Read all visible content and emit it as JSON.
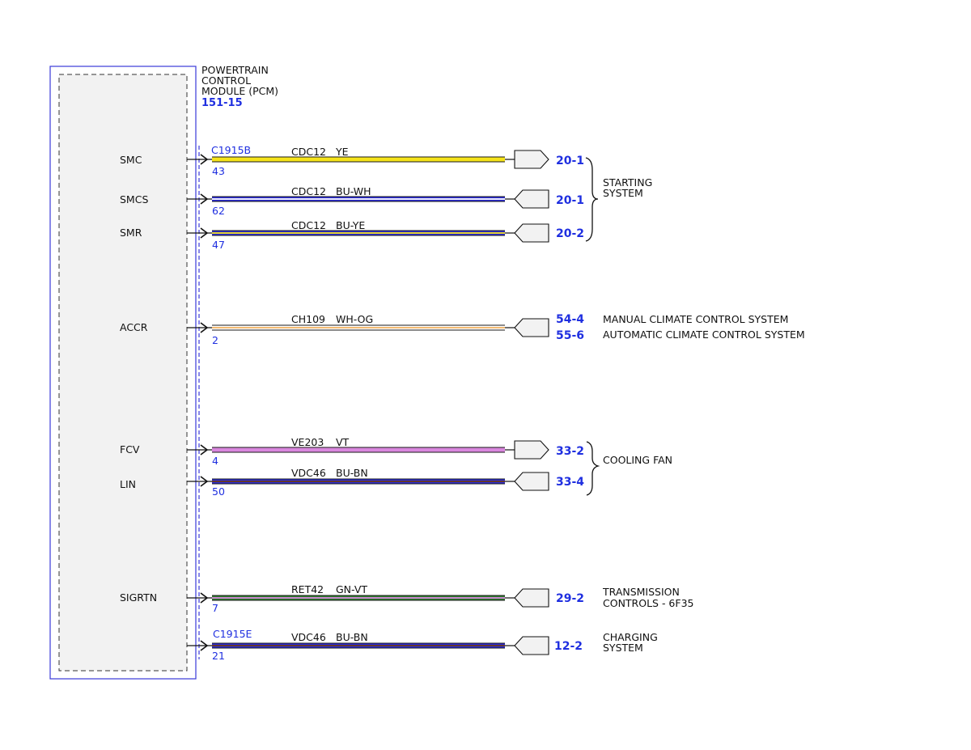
{
  "module": {
    "title_lines": [
      "POWERTRAIN",
      "CONTROL",
      "MODULE (PCM)"
    ],
    "ref": "151-15"
  },
  "colors": {
    "YE": "#f5e31a",
    "BU": "#2b2bd6",
    "WH": "#ffffff",
    "OG": "#f2b464",
    "VT": "#d987de",
    "BN": "#6a3a1a",
    "GN": "#2e7d2e",
    "connector_blue": "#1f2fe0"
  },
  "circuits": [
    {
      "pin_name": "SMC",
      "connector": "C1915B",
      "pin": "43",
      "circuit": "CDC12",
      "color_code": "YE",
      "primary": "YE",
      "secondary": null,
      "arrow": "out",
      "refs": [
        "20-1"
      ]
    },
    {
      "pin_name": "SMCS",
      "connector": "",
      "pin": "62",
      "circuit": "CDC12",
      "color_code": "BU-WH",
      "primary": "BU",
      "secondary": "WH",
      "arrow": "in",
      "refs": [
        "20-1"
      ]
    },
    {
      "pin_name": "SMR",
      "connector": "",
      "pin": "47",
      "circuit": "CDC12",
      "color_code": "BU-YE",
      "primary": "BU",
      "secondary": "YE",
      "arrow": "in",
      "refs": [
        "20-2"
      ]
    },
    {
      "pin_name": "ACCR",
      "connector": "",
      "pin": "2",
      "circuit": "CH109",
      "color_code": "WH-OG",
      "primary": "WH",
      "secondary": "OG",
      "arrow": "in",
      "refs": [
        "54-4",
        "55-6"
      ]
    },
    {
      "pin_name": "FCV",
      "connector": "",
      "pin": "4",
      "circuit": "VE203",
      "color_code": "VT",
      "primary": "VT",
      "secondary": null,
      "arrow": "out",
      "refs": [
        "33-2"
      ]
    },
    {
      "pin_name": "LIN",
      "connector": "",
      "pin": "50",
      "circuit": "VDC46",
      "color_code": "BU-BN",
      "primary": "BU",
      "secondary": "BN",
      "arrow": "in",
      "refs": [
        "33-4"
      ]
    },
    {
      "pin_name": "SIGRTN",
      "connector": "",
      "pin": "7",
      "circuit": "RET42",
      "color_code": "GN-VT",
      "primary": "GN",
      "secondary": "VT",
      "arrow": "in",
      "refs": [
        "29-2"
      ]
    },
    {
      "pin_name": "",
      "connector": "C1915E",
      "pin": "21",
      "circuit": "VDC46",
      "color_code": "BU-BN",
      "primary": "BU",
      "secondary": "BN",
      "arrow": "in",
      "refs": [
        "12-2"
      ]
    }
  ],
  "systems": [
    {
      "lines": [
        "STARTING",
        "SYSTEM"
      ]
    },
    {
      "lines": [
        "MANUAL CLIMATE CONTROL SYSTEM"
      ]
    },
    {
      "lines": [
        "AUTOMATIC CLIMATE CONTROL SYSTEM"
      ]
    },
    {
      "lines": [
        "COOLING FAN"
      ]
    },
    {
      "lines": [
        "TRANSMISSION",
        "CONTROLS - 6F35"
      ]
    },
    {
      "lines": [
        "CHARGING",
        "SYSTEM"
      ]
    }
  ]
}
